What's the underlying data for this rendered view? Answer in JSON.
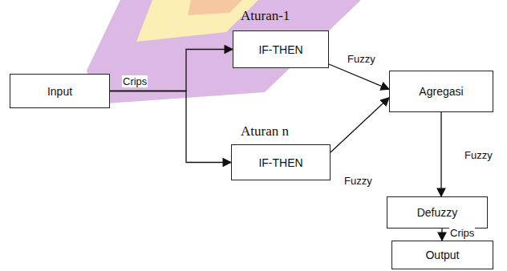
{
  "diagram": {
    "nodes": [
      {
        "text": [
          "Input"
        ]
      },
      {
        "text": [
          "Aturan-1",
          "IF-THEN"
        ]
      },
      {
        "text": [
          "Aturan n",
          "IF-THEN"
        ]
      },
      {
        "text": [
          "Agregasi"
        ]
      },
      {
        "text": [
          "Defuzzy"
        ]
      },
      {
        "text": [
          "Output"
        ]
      }
    ],
    "edges": [
      {
        "from": 0,
        "to": 1,
        "label": "Crips",
        "arrow": "to"
      },
      {
        "from": 0,
        "to": 2,
        "arrow": "to"
      },
      {
        "from": 1,
        "to": 3,
        "label": "Fuzzy",
        "arrow": "to"
      },
      {
        "from": 2,
        "to": 3,
        "label": "Fuzzy",
        "arrow": "to"
      },
      {
        "from": 3,
        "to": 4,
        "label": "Fuzzy",
        "arrow": "to"
      },
      {
        "from": 4,
        "to": 5,
        "label": "Crips",
        "arrow": "to"
      }
    ]
  }
}
